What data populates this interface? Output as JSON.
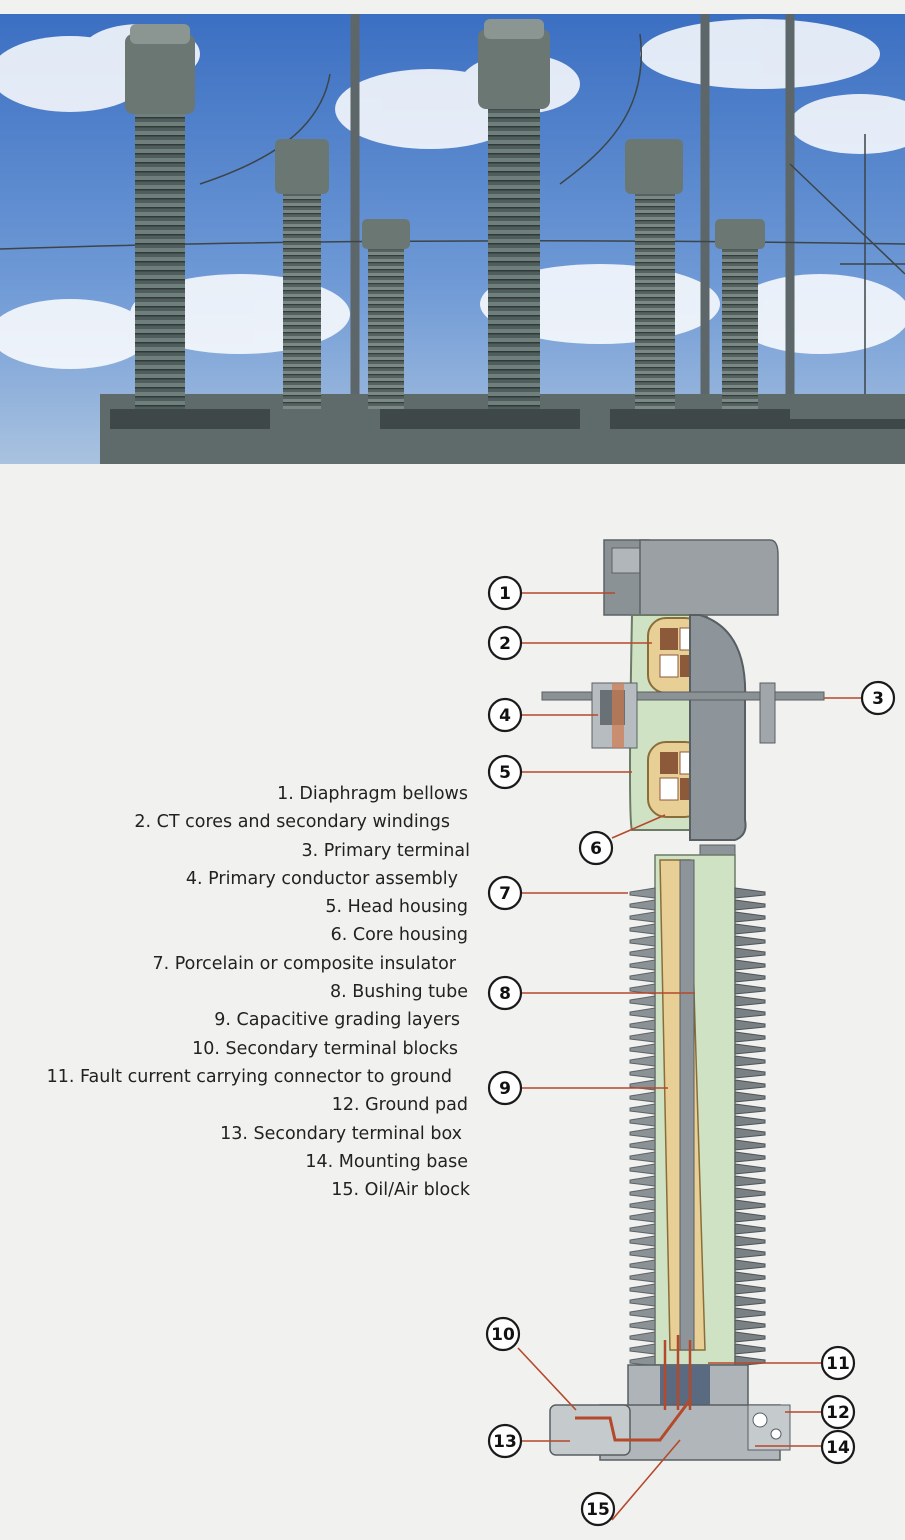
{
  "legend": [
    {
      "num": "1",
      "text": "1. Diaphragm bellows"
    },
    {
      "num": "2",
      "text": "2. CT cores and secondary windings"
    },
    {
      "num": "3",
      "text": "3. Primary terminal"
    },
    {
      "num": "4",
      "text": "4. Primary conductor assembly"
    },
    {
      "num": "5",
      "text": "5. Head housing"
    },
    {
      "num": "6",
      "text": "6. Core housing"
    },
    {
      "num": "7",
      "text": "7. Porcelain or composite insulator"
    },
    {
      "num": "8",
      "text": "8. Bushing tube"
    },
    {
      "num": "9",
      "text": "9. Capacitive grading layers"
    },
    {
      "num": "10",
      "text": "10. Secondary terminal blocks"
    },
    {
      "num": "11",
      "text": "11. Fault current carrying connector to ground"
    },
    {
      "num": "12",
      "text": "12. Ground pad"
    },
    {
      "num": "13",
      "text": "13. Secondary terminal box"
    },
    {
      "num": "14",
      "text": "14. Mounting base"
    },
    {
      "num": "15",
      "text": "15. Oil/Air block"
    }
  ],
  "callouts": [
    "1",
    "2",
    "3",
    "4",
    "5",
    "6",
    "7",
    "8",
    "9",
    "10",
    "11",
    "12",
    "13",
    "14",
    "15"
  ],
  "colors": {
    "leader": "#b5492b",
    "housing_grey": "#8a9093",
    "oil_green": "#cfe3c4",
    "paper_tan": "#e8cf95",
    "sky_blue": "#3f74c6"
  }
}
